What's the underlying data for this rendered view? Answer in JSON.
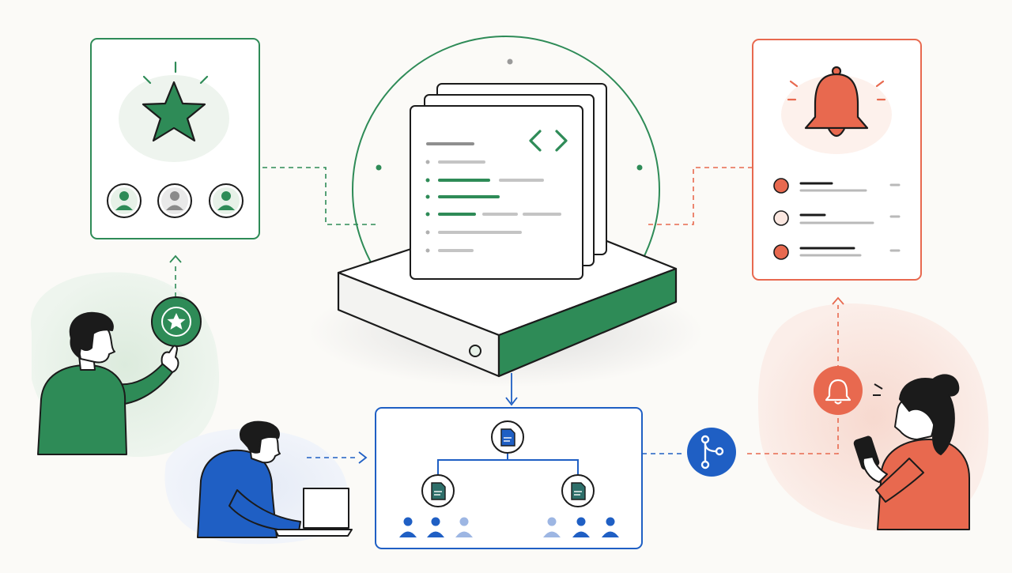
{
  "colors": {
    "background": "#fbfaf7",
    "green": "#2e8b57",
    "green_light": "#e7f1e8",
    "blue": "#1f5fc4",
    "blue_light": "#e8eef8",
    "red": "#e8694f",
    "red_light": "#fbe7e0",
    "ink": "#1b1b1b",
    "gray": "#b9b9b9"
  },
  "panels": {
    "star_panel": {
      "icon": "star-icon",
      "avatars": [
        "user-icon",
        "user-icon",
        "user-icon"
      ]
    },
    "notification_panel": {
      "icon": "bell-icon",
      "rows": 3
    },
    "repository": {
      "icon": "code-brackets-icon",
      "documents": 3
    },
    "fork_tree": {
      "root_icon": "document-icon",
      "branch_icons": [
        "document-icon",
        "document-icon"
      ],
      "users_per_branch": 3
    }
  },
  "connectors": {
    "star_badge": "star-icon",
    "fork_badge": "git-fork-icon",
    "bell_badge": "bell-icon"
  },
  "people": [
    "person-starring",
    "person-on-laptop",
    "person-with-phone"
  ]
}
